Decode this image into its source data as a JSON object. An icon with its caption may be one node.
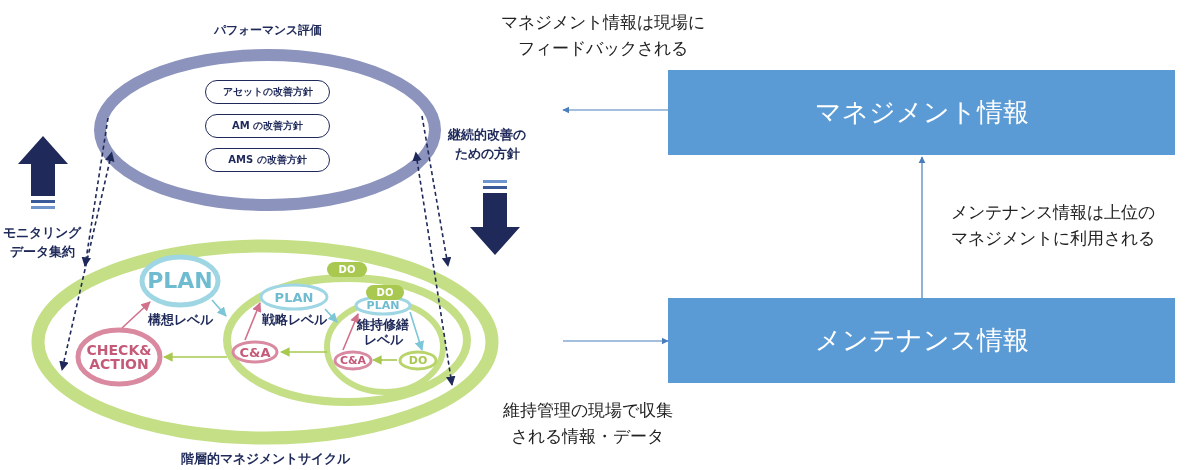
{
  "diagram": {
    "nodes": [
      {
        "text": [
          "パフォーマンス評価"
        ]
      },
      {
        "text": [
          "アセットの改善方針"
        ],
        "in": 0
      },
      {
        "text": [
          "AM の改善方針"
        ],
        "in": 0
      },
      {
        "text": [
          "AMS の改善方針"
        ],
        "in": 0
      },
      {
        "text": [
          "階層的マネジメントサイクル"
        ]
      },
      {
        "text": [
          "PLAN"
        ],
        "in": 4,
        "beside": [
          "構想レベル"
        ]
      },
      {
        "text": [
          "CHECK& ACTION"
        ],
        "in": 4
      },
      {
        "text": [
          "DO"
        ],
        "in": 4
      },
      {
        "text": [
          "PLAN"
        ],
        "in": 7,
        "beside": [
          "戦略レベル"
        ]
      },
      {
        "text": [
          "C&A"
        ],
        "in": 7
      },
      {
        "text": [
          "DO"
        ],
        "in": 7
      },
      {
        "text": [
          "PLAN"
        ],
        "in": 10,
        "beside": [
          "維持修繕レベル"
        ]
      },
      {
        "text": [
          "C&A"
        ],
        "in": 10
      },
      {
        "text": [
          "DO"
        ],
        "in": 10
      },
      {
        "text": [
          "マネジメント情報"
        ]
      },
      {
        "text": [
          "メンテナンス情報"
        ]
      }
    ],
    "edges": [
      {
        "from": 6,
        "to": 5,
        "arrow": "to",
        "color": "#d0708a"
      },
      {
        "from": 5,
        "to": 7,
        "arrow": "to",
        "color": "#7cc6d8"
      },
      {
        "from": 7,
        "to": 6,
        "arrow": "to",
        "color": "#a8c850"
      },
      {
        "from": 9,
        "to": 8,
        "arrow": "to",
        "color": "#d0708a"
      },
      {
        "from": 8,
        "to": 10,
        "arrow": "to",
        "color": "#7cc6d8"
      },
      {
        "from": 10,
        "to": 9,
        "arrow": "to",
        "color": "#a8c850"
      },
      {
        "from": 12,
        "to": 11,
        "arrow": "to",
        "color": "#d0708a"
      },
      {
        "from": 11,
        "to": 13,
        "arrow": "to",
        "color": "#7cc6d8"
      },
      {
        "from": 13,
        "to": 12,
        "arrow": "to",
        "color": "#a8c850"
      },
      {
        "from": 0,
        "to": 4,
        "arrow": "to",
        "style": "dashed",
        "color": "#1f2a5a"
      },
      {
        "from": 0,
        "to": 4,
        "arrow": "both",
        "style": "dashed",
        "color": "#1f2a5a"
      },
      {
        "from": 0,
        "to": 4,
        "arrow": "to",
        "style": "dashed",
        "color": "#1f2a5a"
      },
      {
        "from": 0,
        "to": 4,
        "arrow": "both",
        "style": "dashed",
        "color": "#1f2a5a"
      },
      {
        "from": 15,
        "to": 14,
        "arrow": "to",
        "label": "メンテナンス情報は上位のマネジメントに利用される",
        "color": "#4a7ebb"
      },
      {
        "from": 14,
        "to": null,
        "arrow": "to",
        "label": "マネジメント情報は現場にフィードバックされる",
        "color": "#4a7ebb"
      },
      {
        "from": null,
        "to": 15,
        "arrow": "to",
        "label": "維持管理の現場で収集される情報・データ",
        "color": "#4a7ebb"
      }
    ],
    "labels": [
      "モニタリングデータ集約",
      "継続的改善のための方針"
    ]
  }
}
